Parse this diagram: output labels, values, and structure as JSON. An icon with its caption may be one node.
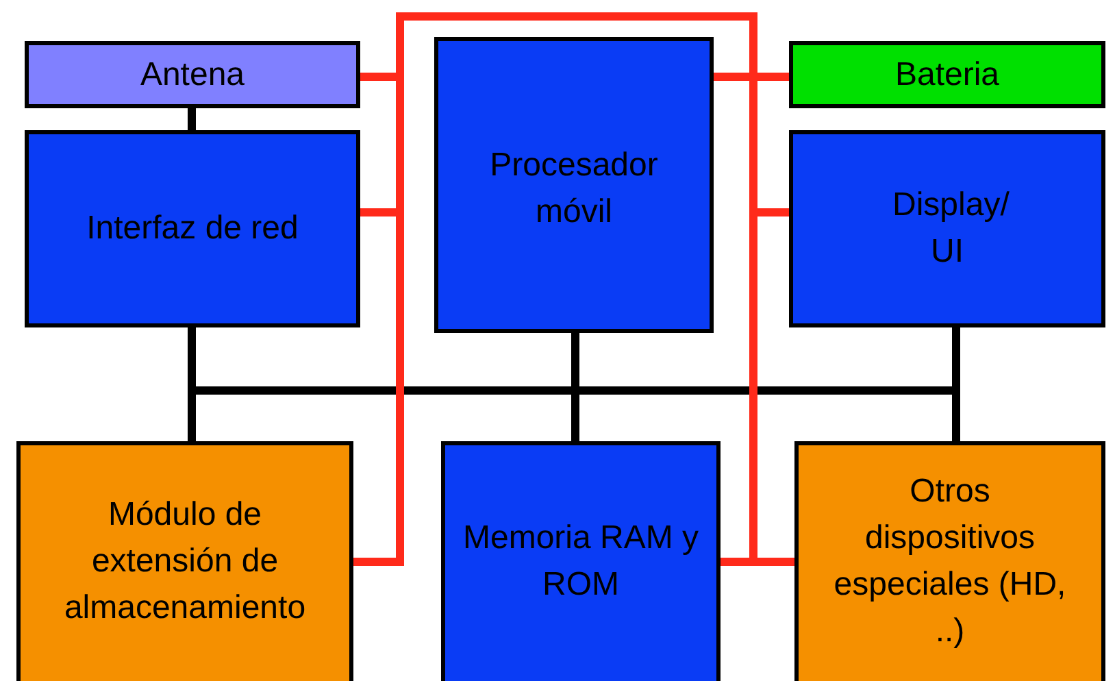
{
  "diagram": {
    "nodes": [
      {
        "text": [
          "Antena"
        ]
      },
      {
        "text": [
          "Procesador móvil"
        ]
      },
      {
        "text": [
          "Bateria"
        ]
      },
      {
        "text": [
          "Interfaz de red"
        ]
      },
      {
        "text": [
          "Display/ UI"
        ]
      },
      {
        "text": [
          "Módulo de extensión de almacenamiento"
        ]
      },
      {
        "text": [
          "Memoria RAM y ROM"
        ]
      },
      {
        "text": [
          "Otros dispositivos especiales (HD, ..)"
        ]
      }
    ],
    "edges": [
      {
        "from": 0,
        "to": 3,
        "arrow": "none",
        "color": "#000000"
      },
      {
        "from": 1,
        "to": 3,
        "arrow": "none",
        "color": "#000000"
      },
      {
        "from": 1,
        "to": 4,
        "arrow": "none",
        "color": "#000000"
      },
      {
        "from": 1,
        "to": 5,
        "arrow": "none",
        "color": "#000000"
      },
      {
        "from": 1,
        "to": 6,
        "arrow": "none",
        "color": "#000000"
      },
      {
        "from": 1,
        "to": 7,
        "arrow": "none",
        "color": "#000000"
      },
      {
        "from": 2,
        "to": 0,
        "arrow": "none"
      },
      {
        "from": 2,
        "to": 1,
        "arrow": "none"
      },
      {
        "from": 2,
        "to": 3,
        "arrow": "none"
      },
      {
        "from": 2,
        "to": 4,
        "arrow": "none"
      },
      {
        "from": 2,
        "to": 5,
        "arrow": "none"
      },
      {
        "from": 2,
        "to": 6,
        "arrow": "none"
      },
      {
        "from": 2,
        "to": 7,
        "arrow": "none"
      }
    ]
  }
}
